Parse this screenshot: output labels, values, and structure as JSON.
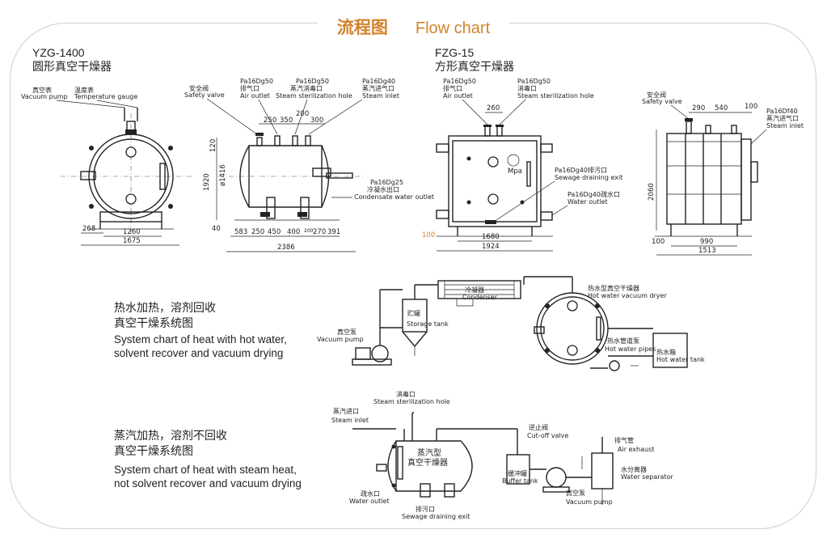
{
  "title": {
    "cn": "流程图",
    "en": "Flow chart"
  },
  "yzg": {
    "model": "YZG-1400",
    "name": "圆形真空干燥器",
    "labels": {
      "vacuum_pump_cn": "真空表",
      "vacuum_pump_en": "Vacuum pump",
      "temp_cn": "温度表",
      "temp_en": "Temperature gauge",
      "safety_cn": "安全阀",
      "safety_en": "Safety valve",
      "air_spec": "Pa16Dg50",
      "air_cn": "排气口",
      "air_en": "Air outlet",
      "steril_spec": "Pa16Dg50",
      "steril_cn": "蒸汽消毒口",
      "steril_en": "Steam sterilization hole",
      "inlet_spec": "Pa16Dg40",
      "inlet_cn": "蒸汽进气口",
      "inlet_en": "Steam inlet",
      "cond_spec": "Pa16Dg25",
      "cond_cn": "冷凝水出口",
      "cond_en": "Condensate water outlet"
    },
    "dims": {
      "d268": "268",
      "d1260": "1260",
      "d1675": "1675",
      "d250a": "250",
      "d350": "350",
      "d200a": "200",
      "d300": "300",
      "d120": "120",
      "d1920": "1920",
      "d1416": "ø1416",
      "d40": "40",
      "d583": "583",
      "d250b": "250",
      "d450": "450",
      "d400": "400",
      "d200b": "200",
      "d270": "270",
      "d391": "391",
      "d2386": "2386"
    }
  },
  "fzg": {
    "model": "FZG-15",
    "name": "方形真空干燥器",
    "labels": {
      "air_spec": "Pa16Dg50",
      "air_cn": "排气口",
      "air_en": "Air outlet",
      "steril_spec": "Pa16Dg50",
      "steril_cn": "消毒口",
      "steril_en": "Steam sterilization hole",
      "mpa": "Mpa",
      "sewage_spec": "Pa16Dg40排污口",
      "sewage_en": "Sewage draining exit",
      "water_spec": "Pa16Dg40疏水口",
      "water_en": "Water outlet",
      "safety_cn": "安全阀",
      "safety_en": "Safety valve",
      "inlet_spec": "Pa16Df40",
      "inlet_cn": "蒸汽进气口",
      "inlet_en": "Steam inlet"
    },
    "dims": {
      "d260": "260",
      "d100a": "100",
      "d1680": "1680",
      "d1924": "1924",
      "d290": "290",
      "d540": "540",
      "d100b": "100",
      "d2060": "2060",
      "d100c": "100",
      "d990": "990",
      "d1513": "1513"
    }
  },
  "system1": {
    "cn_line1": "热水加热，溶剂回收",
    "cn_line2": "真空干燥系统图",
    "en_line1": "System chart of heat with hot water,",
    "en_line2": "solvent recover and vacuum drying",
    "labels": {
      "condenser_cn": "冷凝器",
      "condenser_en": "Condenser",
      "storage_cn": "贮罐",
      "storage_en": "Storage tank",
      "pump_cn": "真空泵",
      "pump_en": "Vacuum pump",
      "dryer_cn": "热水型真空干燥器",
      "dryer_en": "Hot water vacuum dryer",
      "pipe_cn": "热水管道泵",
      "pipe_en": "Hot water pipes",
      "tank_cn": "热水箱",
      "tank_en": "Hot water tank"
    }
  },
  "system2": {
    "cn_line1": "蒸汽加热，溶剂不回收",
    "cn_line2": "真空干燥系统图",
    "en_line1": "System chart of heat with steam heat,",
    "en_line2": "not solvent recover and vacuum drying",
    "labels": {
      "steril_cn": "消毒口",
      "steril_en": "Steam sterilization hole",
      "inlet_cn": "蒸汽进口",
      "inlet_en": "Steam inlet",
      "dryer_cn1": "蒸汽型",
      "dryer_cn2": "真空干燥器",
      "water_cn": "疏水口",
      "water_en": "Water outlet",
      "sewage_cn": "排污口",
      "sewage_en": "Sewage draining exit",
      "check_cn": "逆止阀",
      "check_en": "Cut-off valve",
      "buffer_cn": "缓冲罐",
      "buffer_en": "Buffer tank",
      "pump_cn": "真空泵",
      "pump_en": "Vacuum pump",
      "exhaust_cn": "排气管",
      "exhaust_en": "Air exhaust",
      "sep_cn": "水分离器",
      "sep_en": "Water separator"
    }
  }
}
